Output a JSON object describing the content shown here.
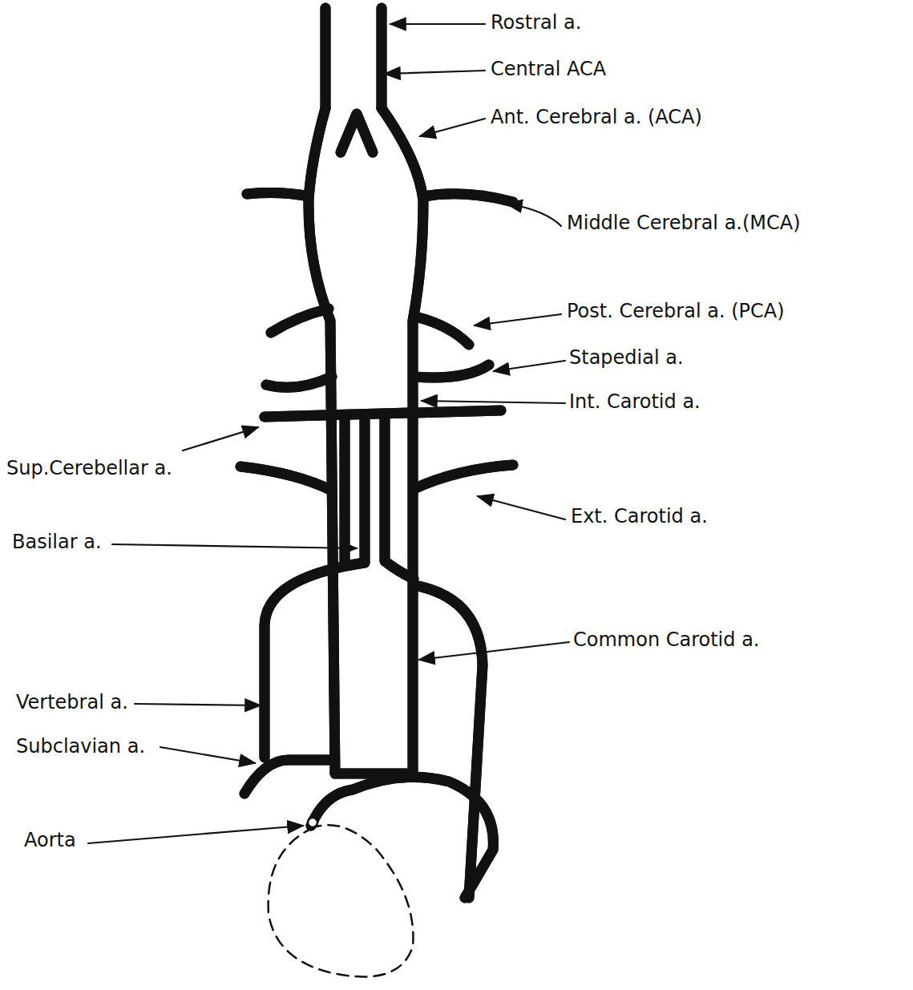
{
  "diagram": {
    "labels": [
      "Rostral a.",
      "Central ACA",
      "Ant. Cerebral a. (ACA)",
      "Middle Cerebral a.(MCA)",
      "Post. Cerebral a. (PCA)",
      "Stapedial a.",
      "Int. Carotid a.",
      "Sup.Cerebellar a.",
      "Ext. Carotid a.",
      "Basilar a.",
      "Common Carotid a.",
      "Vertebral a.",
      "Subclavian a.",
      "Aorta"
    ]
  }
}
